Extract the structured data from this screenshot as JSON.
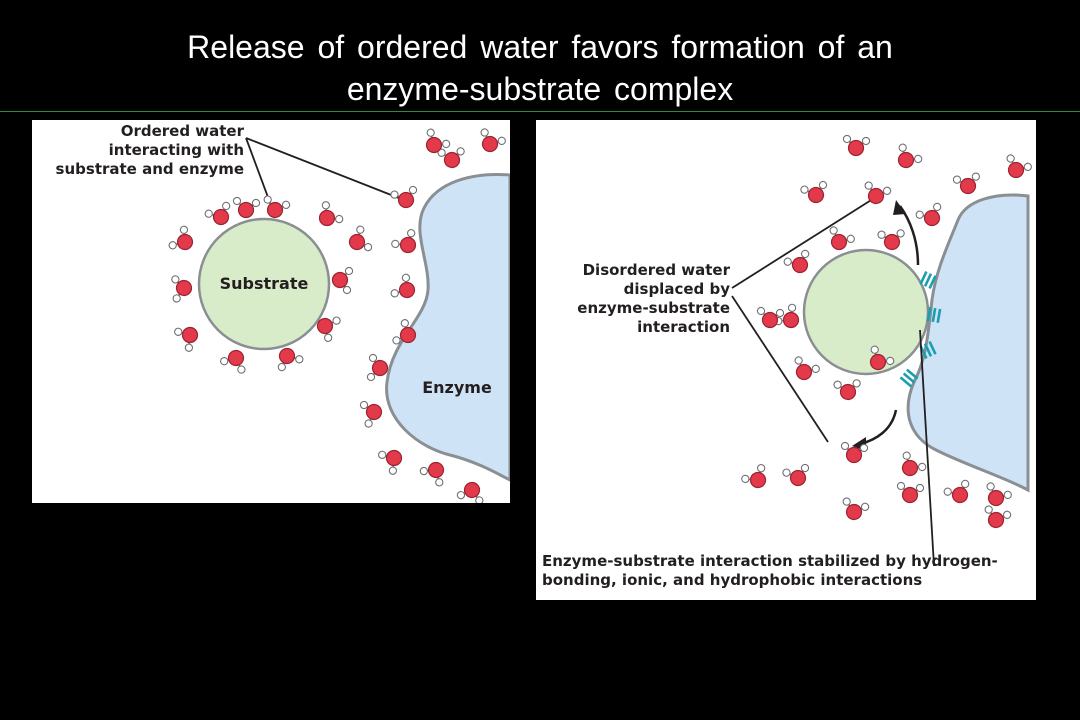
{
  "slide": {
    "title_line1": "Release of ordered water favors formation of an",
    "title_line2": "enzyme-substrate complex"
  },
  "left_panel": {
    "callout_line1": "Ordered water",
    "callout_line2": "interacting with",
    "callout_line3": "substrate and enzyme",
    "substrate_label": "Substrate",
    "enzyme_label": "Enzyme"
  },
  "right_panel": {
    "callout_line1": "Disordered water",
    "callout_line2": "displaced by",
    "callout_line3": "enzyme-substrate",
    "callout_line4": "interaction",
    "caption_line1": "Enzyme-substrate interaction stabilized by hydrogen-",
    "caption_line2": "bonding, ionic, and hydrophobic interactions"
  },
  "colors": {
    "background": "#000000",
    "title_text": "#ffffff",
    "title_rule": "#2e8b3a",
    "substrate_fill": "#d9ecc9",
    "enzyme_fill": "#cfe3f7",
    "oxygen": "#e23a4b",
    "hydrogen": "#ffffff",
    "bond_marks": "#1a9fb0",
    "outline": "#8a8f93"
  }
}
